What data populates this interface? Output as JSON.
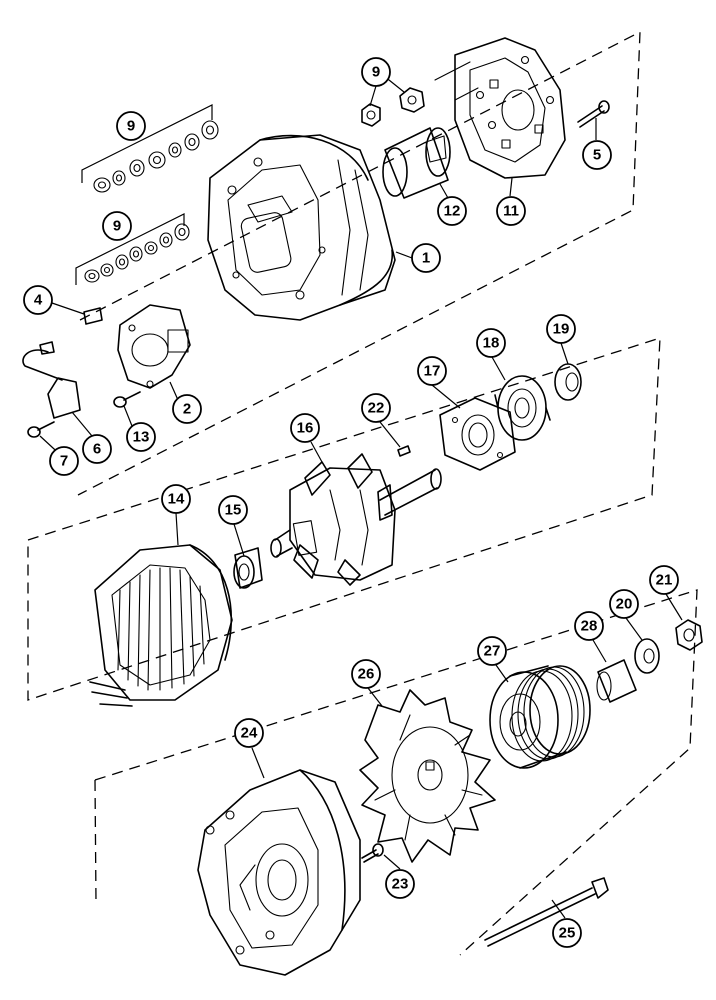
{
  "callouts": {
    "c1": "1",
    "c2": "2",
    "c4": "4",
    "c5": "5",
    "c6": "6",
    "c7": "7",
    "c9a": "9",
    "c9b": "9",
    "c9c": "9",
    "c11": "11",
    "c12": "12",
    "c13": "13",
    "c14": "14",
    "c15": "15",
    "c16": "16",
    "c17": "17",
    "c18": "18",
    "c19": "19",
    "c20": "20",
    "c21": "21",
    "c22": "22",
    "c23": "23",
    "c24": "24",
    "c25": "25",
    "c26": "26",
    "c27": "27",
    "c28": "28"
  }
}
